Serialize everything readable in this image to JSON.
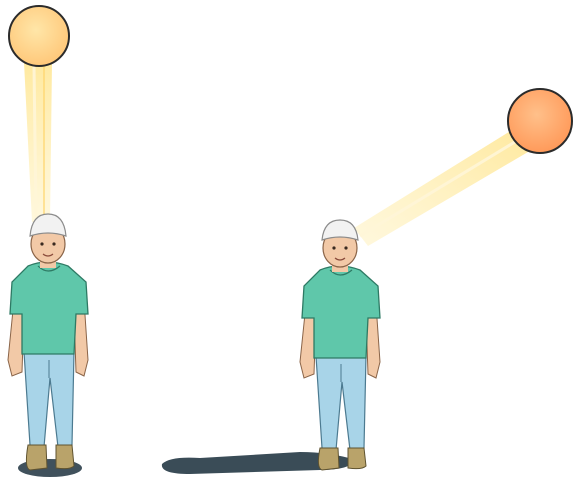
{
  "scene": {
    "background": "#ffffff",
    "colors": {
      "sun_overhead": "#FFD58A",
      "sun_low": "#FFA96B",
      "sun_outline": "#2B2B2B",
      "light_beam": "#FFE27A",
      "shirt": "#5FC7AA",
      "jeans": "#A8D4E8",
      "skin": "#F2C9A7",
      "cap": "#F2F2F2",
      "shoes": "#B9A36A",
      "shadow": "#1F3340"
    },
    "panels": [
      {
        "id": "noon",
        "sun": {
          "icon": "sun-icon",
          "position_word": "directly-overhead"
        },
        "shadow": "short-under-feet"
      },
      {
        "id": "evening",
        "sun": {
          "icon": "sun-icon",
          "position_word": "low-right"
        },
        "shadow": "long-to-left"
      }
    ]
  }
}
